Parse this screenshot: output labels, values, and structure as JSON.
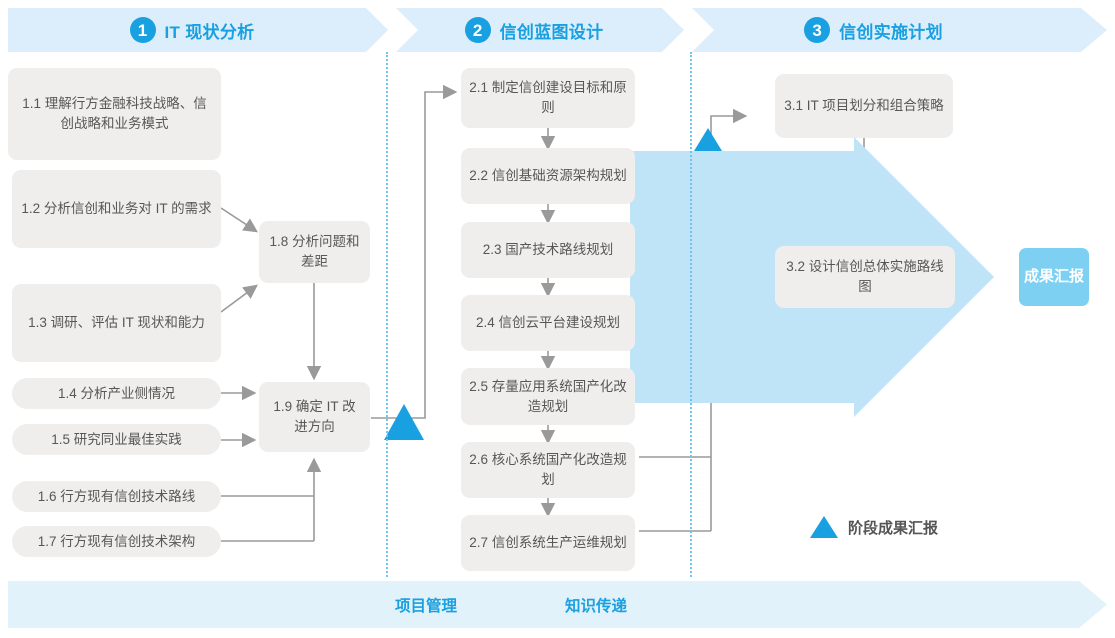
{
  "phases": [
    {
      "number": "1",
      "title": "IT 现状分析"
    },
    {
      "number": "2",
      "title": "信创蓝图设计"
    },
    {
      "number": "3",
      "title": "信创实施计划"
    }
  ],
  "phase1_tasks": [
    {
      "id": "1.1",
      "label": "1.1 理解行方金融科技战略、信创战略和业务模式"
    },
    {
      "id": "1.2",
      "label": "1.2 分析信创和业务对 IT 的需求"
    },
    {
      "id": "1.3",
      "label": "1.3 调研、评估 IT 现状和能力"
    },
    {
      "id": "1.4",
      "label": "1.4 分析产业侧情况"
    },
    {
      "id": "1.5",
      "label": "1.5 研究同业最佳实践"
    },
    {
      "id": "1.6",
      "label": "1.6 行方现有信创技术路线"
    },
    {
      "id": "1.7",
      "label": "1.7 行方现有信创技术架构"
    },
    {
      "id": "1.8",
      "label": "1.8 分析问题和差距"
    },
    {
      "id": "1.9",
      "label": "1.9 确定 IT 改进方向"
    }
  ],
  "phase2_tasks": [
    {
      "id": "2.1",
      "label": "2.1 制定信创建设目标和原则"
    },
    {
      "id": "2.2",
      "label": "2.2 信创基础资源架构规划"
    },
    {
      "id": "2.3",
      "label": "2.3 国产技术路线规划"
    },
    {
      "id": "2.4",
      "label": "2.4 信创云平台建设规划"
    },
    {
      "id": "2.5",
      "label": "2.5 存量应用系统国产化改造规划"
    },
    {
      "id": "2.6",
      "label": "2.6 核心系统国产化改造规划"
    },
    {
      "id": "2.7",
      "label": "2.7 信创系统生产运维规划"
    }
  ],
  "phase3_tasks": [
    {
      "id": "3.1",
      "label": "3.1 IT 项目划分和组合策略"
    },
    {
      "id": "3.2",
      "label": "3.2 设计信创总体实施路线图"
    }
  ],
  "result": {
    "label": "成果汇报"
  },
  "legend": {
    "label": "阶段成果汇报",
    "marker": "triangle-up"
  },
  "bottom_band": {
    "labels": [
      "项目管理",
      "知识传递"
    ]
  },
  "colors": {
    "accent": "#18a0e0",
    "banner_bg": "#dceefb",
    "band_bg": "#e2f2fb",
    "box_bg": "#efeeed",
    "box_text": "#575757",
    "result_bg": "#7dd0f2",
    "connector": "#9a9a9a",
    "divider": "#6cc5ea"
  }
}
